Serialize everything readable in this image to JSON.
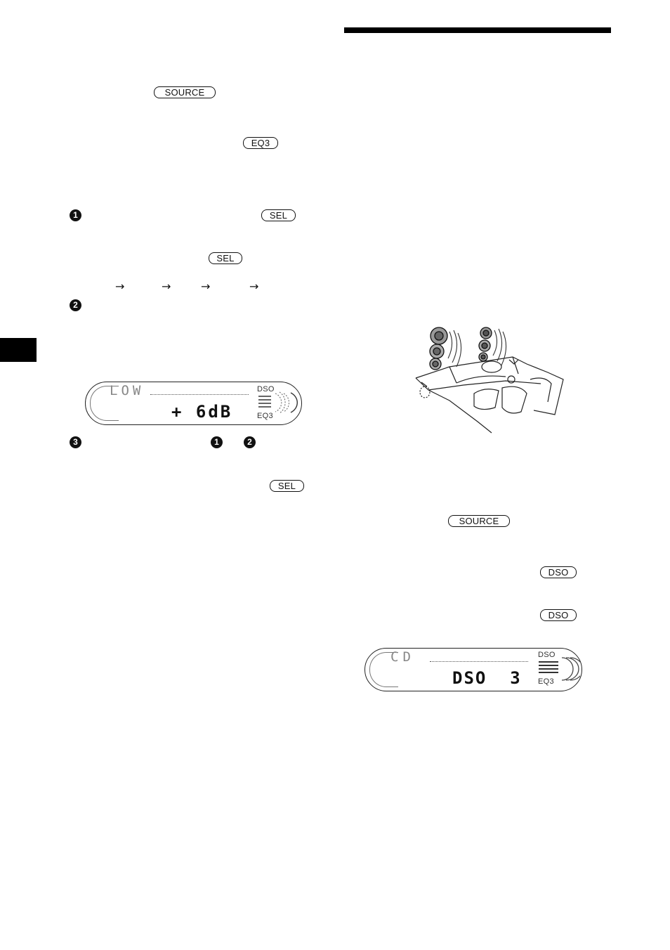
{
  "page": {
    "side_tab_color": "#000000",
    "rule_color": "#000000"
  },
  "left": {
    "source_key": "SOURCE",
    "eq3_key": "EQ3",
    "steps": [
      {
        "num": "1",
        "key": "SEL"
      },
      {
        "num": "2"
      },
      {
        "num": "3",
        "ref1": "1",
        "ref2": "2",
        "key": "SEL"
      }
    ],
    "sel_key_2": "SEL",
    "display": {
      "label": "LOW",
      "value": "+ 6dB",
      "dso_tag": "DSO",
      "eq3_tag": "EQ3"
    }
  },
  "right": {
    "illustration": "car-interior-speakers",
    "source_key": "SOURCE",
    "dso_key_1": "DSO",
    "dso_key_2": "DSO",
    "display": {
      "label": "CD",
      "value": "DSO  3",
      "dso_tag": "DSO",
      "eq3_tag": "EQ3"
    }
  }
}
